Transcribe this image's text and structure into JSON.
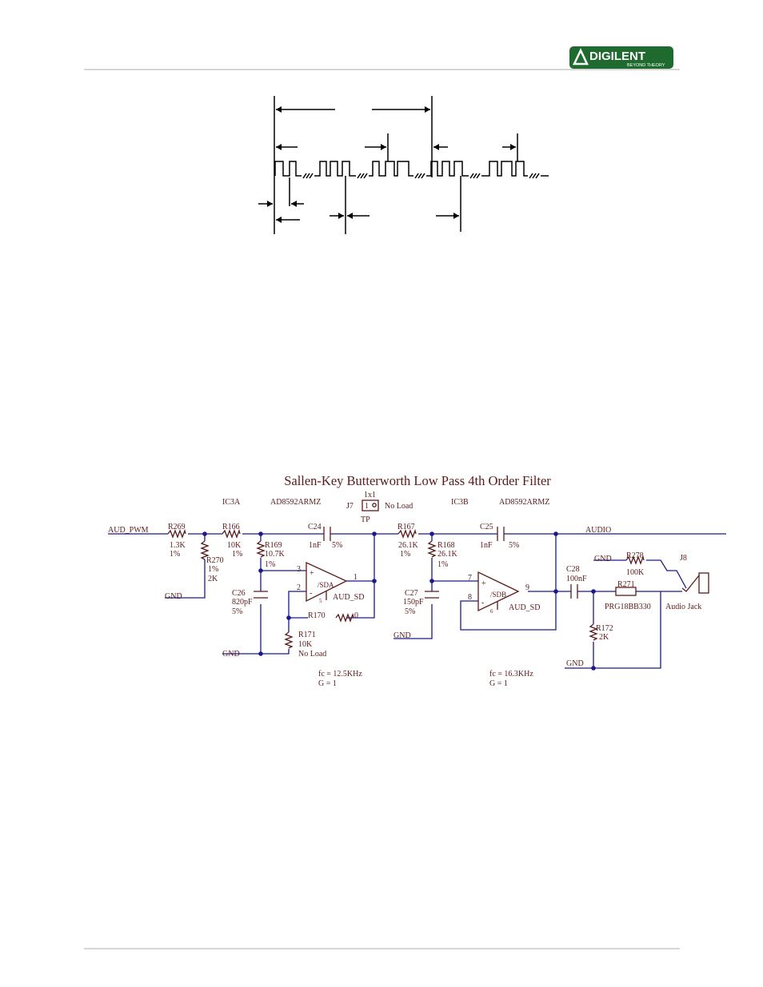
{
  "logo": {
    "brand": "DIGILENT",
    "tagline": "BEYOND THEORY",
    "bg_color": "#1f6b2f",
    "text_color": "#ffffff"
  },
  "schematic": {
    "title": "Sallen-Key Butterworth Low Pass 4th Order Filter",
    "line_color": "#5a1a1a",
    "wire_color": "#1a1a8c",
    "ic3a": {
      "ref": "IC3A",
      "part": "AD8592ARMZ",
      "name": "/SDA",
      "pin_plus": "3",
      "pin_minus": "2",
      "pin_out": "1",
      "pin_sd": "AUD_SD",
      "pin_sd_num": "5"
    },
    "ic3b": {
      "ref": "IC3B",
      "part": "AD8592ARMZ",
      "name": "/SDB",
      "pin_plus": "7",
      "pin_minus": "8",
      "pin_out": "9",
      "pin_sd": "AUD_SD",
      "pin_sd_num": "6"
    },
    "j7": {
      "ref": "J7",
      "type": "1x1",
      "pin": "1",
      "note": "No Load",
      "label": "TP"
    },
    "nets": {
      "input": "AUD_PWM",
      "output": "AUDIO"
    },
    "gnd": "GND",
    "plus": "+",
    "minus": "-",
    "r269": {
      "ref": "R269",
      "value": "1.3K",
      "tol": "1%"
    },
    "r166": {
      "ref": "R166",
      "value": "10K",
      "tol": "1%"
    },
    "r270": {
      "ref": "R270",
      "value": "2K",
      "tol": "1%"
    },
    "r169": {
      "ref": "R169",
      "value": "10.7K",
      "tol": "1%"
    },
    "c24": {
      "ref": "C24",
      "value": "1nF",
      "tol": "5%"
    },
    "c26": {
      "ref": "C26",
      "value": "820pF",
      "tol": "5%"
    },
    "r170": {
      "ref": "R170",
      "value": "0"
    },
    "r171": {
      "ref": "R171",
      "value": "10K",
      "note": "No Load"
    },
    "r167": {
      "ref": "R167",
      "value": "26.1K",
      "tol": "1%"
    },
    "r168": {
      "ref": "R168",
      "value": "26.1K",
      "tol": "1%"
    },
    "c25": {
      "ref": "C25",
      "value": "1nF",
      "tol": "5%"
    },
    "c27": {
      "ref": "C27",
      "value": "150pF",
      "tol": "5%"
    },
    "c28": {
      "ref": "C28",
      "value": "100nF"
    },
    "r278": {
      "ref": "R278",
      "value": "100K"
    },
    "r271": {
      "ref": "R271",
      "value": "PRG18BB330"
    },
    "r172": {
      "ref": "R172",
      "value": "2K"
    },
    "j8": {
      "ref": "J8",
      "label": "Audio Jack"
    },
    "stage1_note": {
      "fc": "fc = 12.5KHz",
      "g": "G = 1"
    },
    "stage2_note": {
      "fc": "fc = 16.3KHz",
      "g": "G = 1"
    }
  }
}
